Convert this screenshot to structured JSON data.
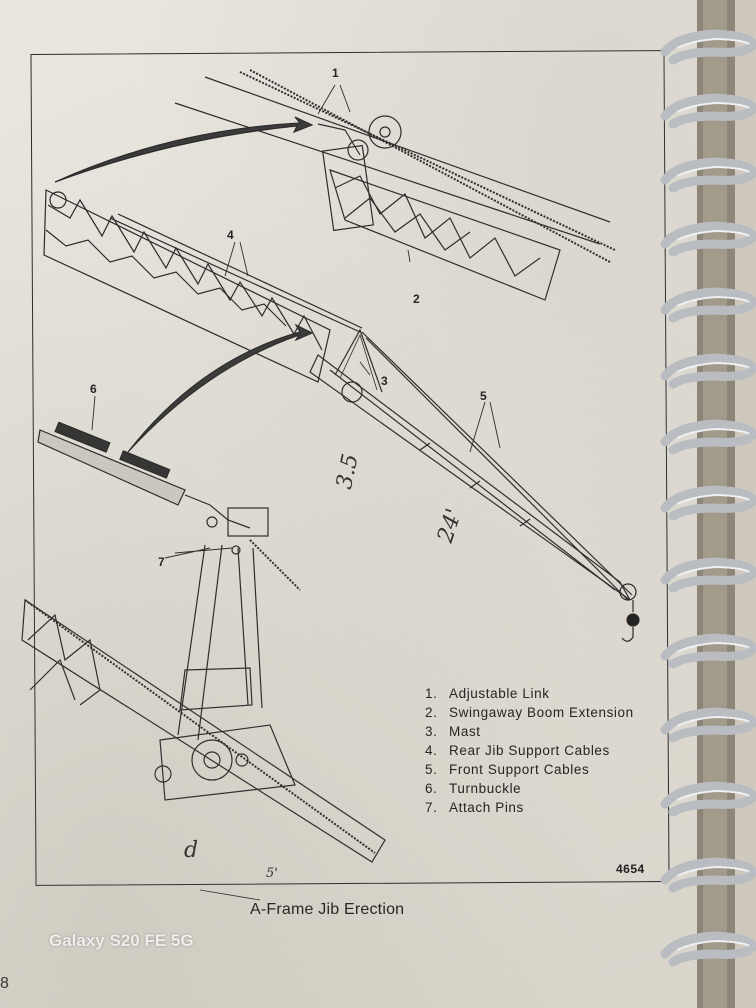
{
  "figure": {
    "callouts": [
      "1",
      "2",
      "3",
      "4",
      "5",
      "6",
      "7"
    ],
    "handwritten": [
      "3.5",
      "24'",
      "d",
      "5'"
    ],
    "number": "4654",
    "caption": "A-Frame Jib Erection"
  },
  "legend": [
    {
      "num": "1.",
      "label": "Adjustable Link"
    },
    {
      "num": "2.",
      "label": "Swingaway Boom Extension"
    },
    {
      "num": "3.",
      "label": "Mast"
    },
    {
      "num": "4.",
      "label": "Rear Jib Support Cables"
    },
    {
      "num": "5.",
      "label": "Front Support Cables"
    },
    {
      "num": "6.",
      "label": "Turnbuckle"
    },
    {
      "num": "7.",
      "label": "Attach Pins"
    }
  ],
  "overlay": {
    "watermark": "Galaxy S20 FE 5G",
    "page_number": "8"
  },
  "colors": {
    "ink": "#232323",
    "paper": "#e6e3dc",
    "ring": "#b9bcc0"
  }
}
